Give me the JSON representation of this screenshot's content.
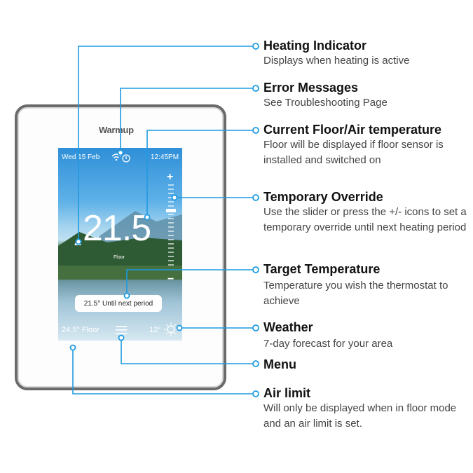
{
  "device": {
    "brand": "Warmup",
    "date": "Wed 15 Feb",
    "time": "12:45PM",
    "temperature": "21.5",
    "sensor_label": "Floor",
    "override_text": "21.5° Until next period",
    "floor_reading": "24.5° Floor",
    "weather_temp": "12°",
    "plus_label": "+",
    "minus_label": "−"
  },
  "callouts": [
    {
      "title": "Heating Indicator",
      "desc": "Displays when heating is active"
    },
    {
      "title": "Error Messages",
      "desc": "See Troubleshooting Page"
    },
    {
      "title": "Current Floor/Air temperature",
      "desc": "Floor will be displayed if floor sensor is installed and switched on"
    },
    {
      "title": "Temporary Override",
      "desc": "Use the slider or press the +/- icons to set a temporary override until next heating period"
    },
    {
      "title": "Target Temperature",
      "desc": "Temperature you wish the thermostat to achieve"
    },
    {
      "title": "Weather",
      "desc": "7-day forecast for your area"
    },
    {
      "title": "Menu",
      "desc": ""
    },
    {
      "title": "Air limit",
      "desc": "Will only be displayed when in floor mode and an air limit is set."
    }
  ],
  "colors": {
    "callout_line": "#1e9be0",
    "device_border": "#6b6b6b"
  },
  "icons": [
    "wifi-icon",
    "error-icon",
    "menu-icon",
    "sun-icon",
    "heating-indicator-icon"
  ]
}
